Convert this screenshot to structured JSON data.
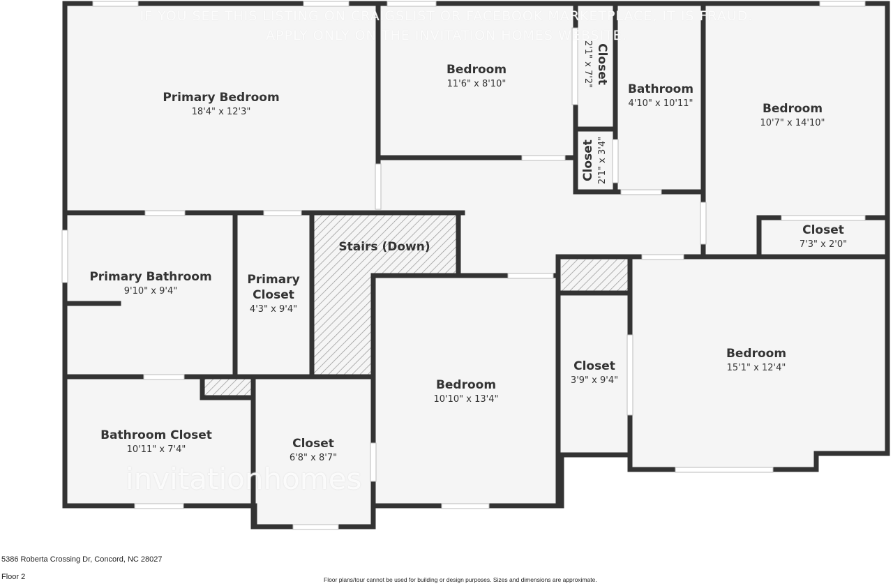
{
  "rooms": [
    {
      "name": "Primary Bedroom",
      "dims": "18'4\" x 12'3\""
    },
    {
      "name": "Bedroom",
      "dims": "11'6\" x 8'10\""
    },
    {
      "name": "Closet",
      "dims": "2'1\" x 7'2\""
    },
    {
      "name": "Bathroom",
      "dims": "4'10\" x 10'11\""
    },
    {
      "name": "Closet",
      "dims": "2'1\" x 3'4\""
    },
    {
      "name": "Bedroom",
      "dims": "10'7\" x 14'10\""
    },
    {
      "name": "Closet",
      "dims": "7'3\" x 2'0\""
    },
    {
      "name": "Primary Bathroom",
      "dims": "9'10\" x 9'4\""
    },
    {
      "name": "Primary Closet",
      "dims": "4'3\" x 9'4\""
    },
    {
      "name": "Stairs (Down)",
      "dims": ""
    },
    {
      "name": "Bedroom",
      "dims": "10'10\" x 13'4\""
    },
    {
      "name": "Closet",
      "dims": "3'9\" x 9'4\""
    },
    {
      "name": "Bedroom",
      "dims": "15'1\" x 12'4\""
    },
    {
      "name": "Bathroom Closet",
      "dims": "10'11\" x 7'4\""
    },
    {
      "name": "Closet",
      "dims": "6'8\" x 8'7\""
    }
  ],
  "watermark": {
    "line1": "IF YOU SEE THIS LISTING ON CRAIGSLIST OR FACEBOOK MARKETPLACE, IT IS FRAUD.",
    "line2": "APPLY ONLY ON THE INVITATION HOMES WEBSITE.",
    "logo": "invitationhomes"
  },
  "footer": {
    "address": "5386 Roberta Crossing Dr, Concord, NC 28027",
    "floor": "Floor 2",
    "disclaimer": "Floor plans/tour cannot be used for building or design purposes. Sizes and dimensions are approximate."
  },
  "colors": {
    "wall": "#333333",
    "floor": "#f5f5f5"
  }
}
